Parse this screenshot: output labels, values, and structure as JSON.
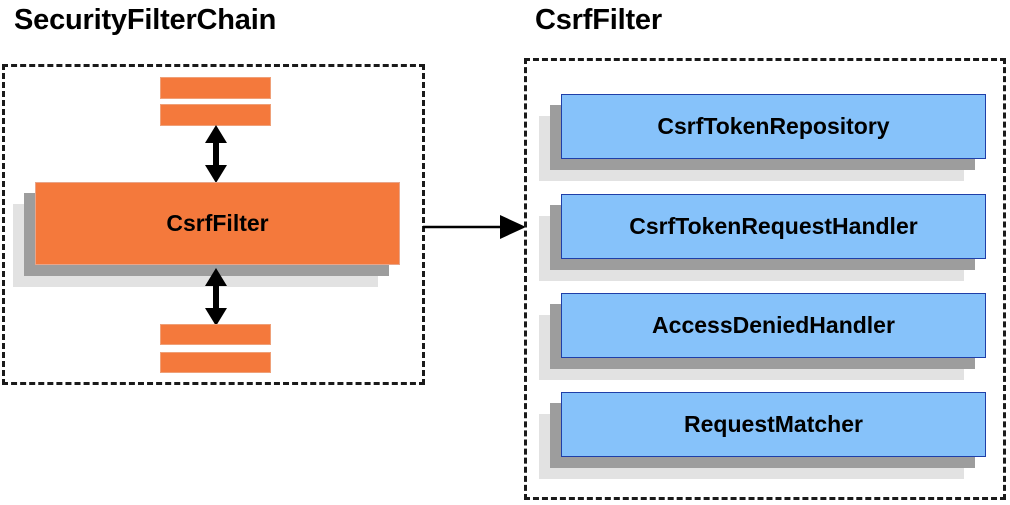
{
  "diagram": {
    "type": "architecture-block-diagram",
    "background_color": "#ffffff",
    "palette": {
      "orange_fill": "#F4793C",
      "blue_fill": "#86C2FA",
      "blue_border": "#1F3FA8",
      "shadow_mid": "#9D9D9D",
      "shadow_back": "#E2E2E2",
      "outline": "#1A1A1A"
    }
  },
  "panels": {
    "left": {
      "title": "SecurityFilterChain",
      "border_style": "dashed",
      "nodes": [
        {
          "label": "",
          "kind": "bar",
          "name": "filter-bar-above-2"
        },
        {
          "label": "",
          "kind": "bar",
          "name": "filter-bar-above-1"
        },
        {
          "label": "CsrfFilter",
          "kind": "stack-orange",
          "name": "csrf-filter-node"
        },
        {
          "label": "",
          "kind": "bar",
          "name": "filter-bar-below-1"
        },
        {
          "label": "",
          "kind": "bar",
          "name": "filter-bar-below-2"
        }
      ],
      "connectors": [
        {
          "name": "arrow-upper",
          "style": "double-headed-vertical"
        },
        {
          "name": "arrow-lower",
          "style": "double-headed-vertical"
        }
      ]
    },
    "right": {
      "title": "CsrfFilter",
      "border_style": "dashed",
      "nodes": [
        {
          "label": "CsrfTokenRepository",
          "kind": "stack-blue",
          "name": "csrf-token-repository-node"
        },
        {
          "label": "CsrfTokenRequestHandler",
          "kind": "stack-blue",
          "name": "csrf-token-request-handler-node"
        },
        {
          "label": "AccessDeniedHandler",
          "kind": "stack-blue",
          "name": "access-denied-handler-node"
        },
        {
          "label": "RequestMatcher",
          "kind": "stack-blue",
          "name": "request-matcher-node"
        }
      ]
    }
  },
  "cross_panel_connector": {
    "name": "expand-arrow",
    "style": "single-headed-horizontal",
    "from": "SecurityFilterChain",
    "to": "CsrfFilter"
  }
}
